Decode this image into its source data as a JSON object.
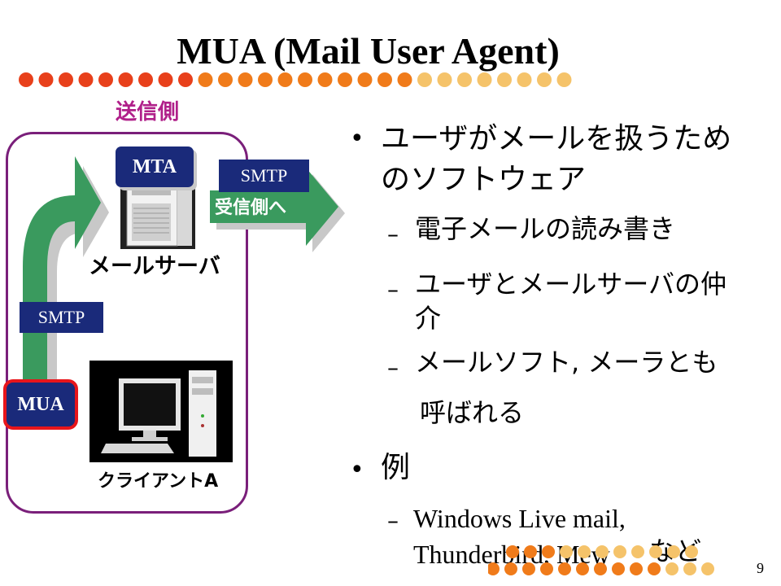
{
  "title": "MUA (Mail User Agent)",
  "diagram": {
    "sender_label": "送信側",
    "mta_label": "MTA",
    "mua_label": "MUA",
    "smtp_to_receiver": "SMTP",
    "smtp_to_server": "SMTP",
    "to_receiver_label": "受信側へ",
    "server_label": "メールサーバ",
    "client_label": "クライアントA"
  },
  "bullets": {
    "item1_line1": "ユーザがメールを扱うため",
    "item1_line2": "のソフトウェア",
    "sub1": "電子メールの読み書き",
    "sub2_line1": "ユーザとメールサーバの仲",
    "sub2_line2": "介",
    "sub3_line1": "メールソフト, メーラとも",
    "sub3_line2": "呼ばれる",
    "item2": "例",
    "sub4_line1": "Windows Live mail,",
    "sub4_line2_a": "Thunderbird, Mew",
    "sub4_line2_b": "など"
  },
  "page_number": "9",
  "colors": {
    "dot_red": "#e8401b",
    "dot_orange": "#f07b1a",
    "dot_yellow": "#f5c36a",
    "frame_purple": "#7a1f7a",
    "arrow_green": "#3a9a5e",
    "navy_box": "#1a2a7a",
    "sender_label_magenta": "#b0208a",
    "mua_border_red": "#e8151b"
  }
}
